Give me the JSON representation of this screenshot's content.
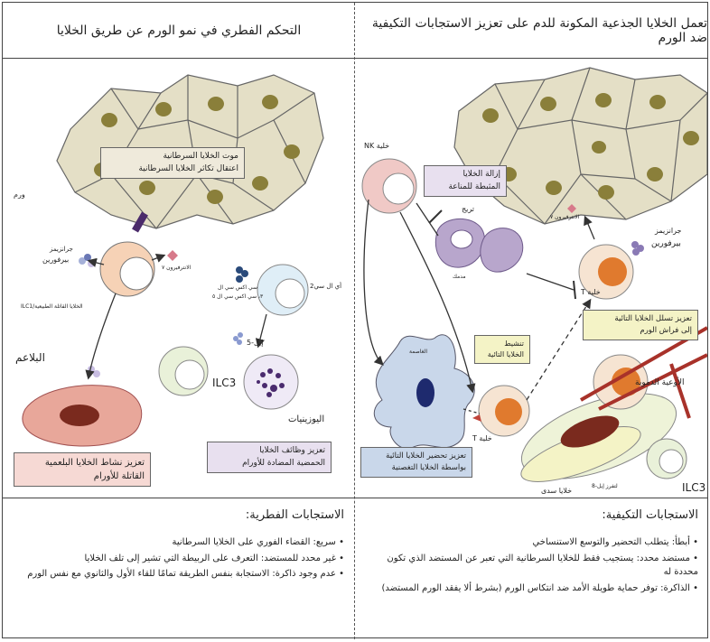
{
  "headers": {
    "left": "التحكم الفطري في نمو الورم عن طريق الخلايا",
    "right": "تعمل الخلايا الجذعية المكونة للدم على تعزيز الاستجابات التكيفية ضد الورم"
  },
  "left_panel": {
    "tumor_label": "ورم",
    "tumor_box": [
      "موت الخلايا السرطانية",
      "اعتقال تكاثر الخلايا السرطانية"
    ],
    "granzyme_perforin": [
      "جرانزيمز",
      "بيرفورين"
    ],
    "ilc1_label": "الخلايا القاتلة الطبيعية/ILC1",
    "ifn_label": "الانترفيرون ٧",
    "ligand_label": "سي اكس سي ال",
    "ligand_sub": "٣، سي اكس سي ال ٥",
    "ilc2_label": "أي ال سي2",
    "il5_label": "إيل-5",
    "macrophage_label": "البلاعم",
    "ilc3_label": "ILC3",
    "eosinophil_label": "اليوزينيات",
    "macrophage_box": [
      "تعزيز نشاط الخلايا البلعمية",
      "القاتلة للأورام"
    ],
    "eosinophil_box": [
      "تعزيز وظائف الخلايا",
      "الحمضية المضادة للأورام"
    ]
  },
  "right_panel": {
    "nk_label": "خلية NK",
    "nk_box": [
      "إزالة الخلايا",
      "المثبطة للمناعة"
    ],
    "treg_label": "تريج",
    "mdsc_label": "مدمك",
    "ifn_label": "الانترفيرون ٧",
    "granzyme_perforin": [
      "جرانزيمز",
      "بيرفورين"
    ],
    "tcell_label": "خلية T",
    "activation_box": [
      "تنشيط",
      "الخلايا التائية"
    ],
    "dc_label": "الغاصمة",
    "dc_box": [
      "تعزيز تحضير الخلايا التائية",
      "بواسطة الخلايا التغصنية"
    ],
    "tcell2_label": "خلية T",
    "stroma_box": [
      "تعزيز تسلل الخلايا التائية",
      "إلى فراش الورم"
    ],
    "vessel_label": "الأوعية الدموية",
    "il8_label": "لتفرز إيل-8",
    "stromal_label": "خلايا سدى",
    "ilc_label": "ILC3"
  },
  "innate": {
    "title": "الاستجابات الفطرية:",
    "bullets": [
      "• سريع: القضاء الفوري على الخلايا السرطانية",
      "• غير محدد للمستضد: التعرف على الربيطة التي تشير إلى تلف الخلايا",
      "• عدم وجود ذاكرة: الاستجابة بنفس الطريقة تمامًا للقاء الأول والثانوي مع نفس الورم"
    ]
  },
  "adaptive": {
    "title": "الاستجابات التكيفية:",
    "bullets": [
      "• أبطأ: يتطلب التحضير والتوسع الاستنساخي",
      "• مستضد محدد: يستجيب فقط للخلايا السرطانية التي تعبر عن المستضد الذي تكون محددة له",
      "• الذاكرة: توفر حماية طويلة الأمد ضد انتكاس الورم (بشرط ألا يفقد الورم المستضد)"
    ]
  },
  "colors": {
    "tumor_fill": "#e4dfc6",
    "tumor_nucleus": "#8a7f3a",
    "macrophage": "#e8a79a",
    "treg": "#b8a6cc",
    "dc": "#c9d7ea",
    "tcell_nucleus": "#e07a2e",
    "box_yellow": "#f4f3c6",
    "box_purple": "#e8e0ef",
    "box_pink": "#f6d9d4",
    "box_beige": "#efeadb",
    "vessel": "#a8322a"
  }
}
